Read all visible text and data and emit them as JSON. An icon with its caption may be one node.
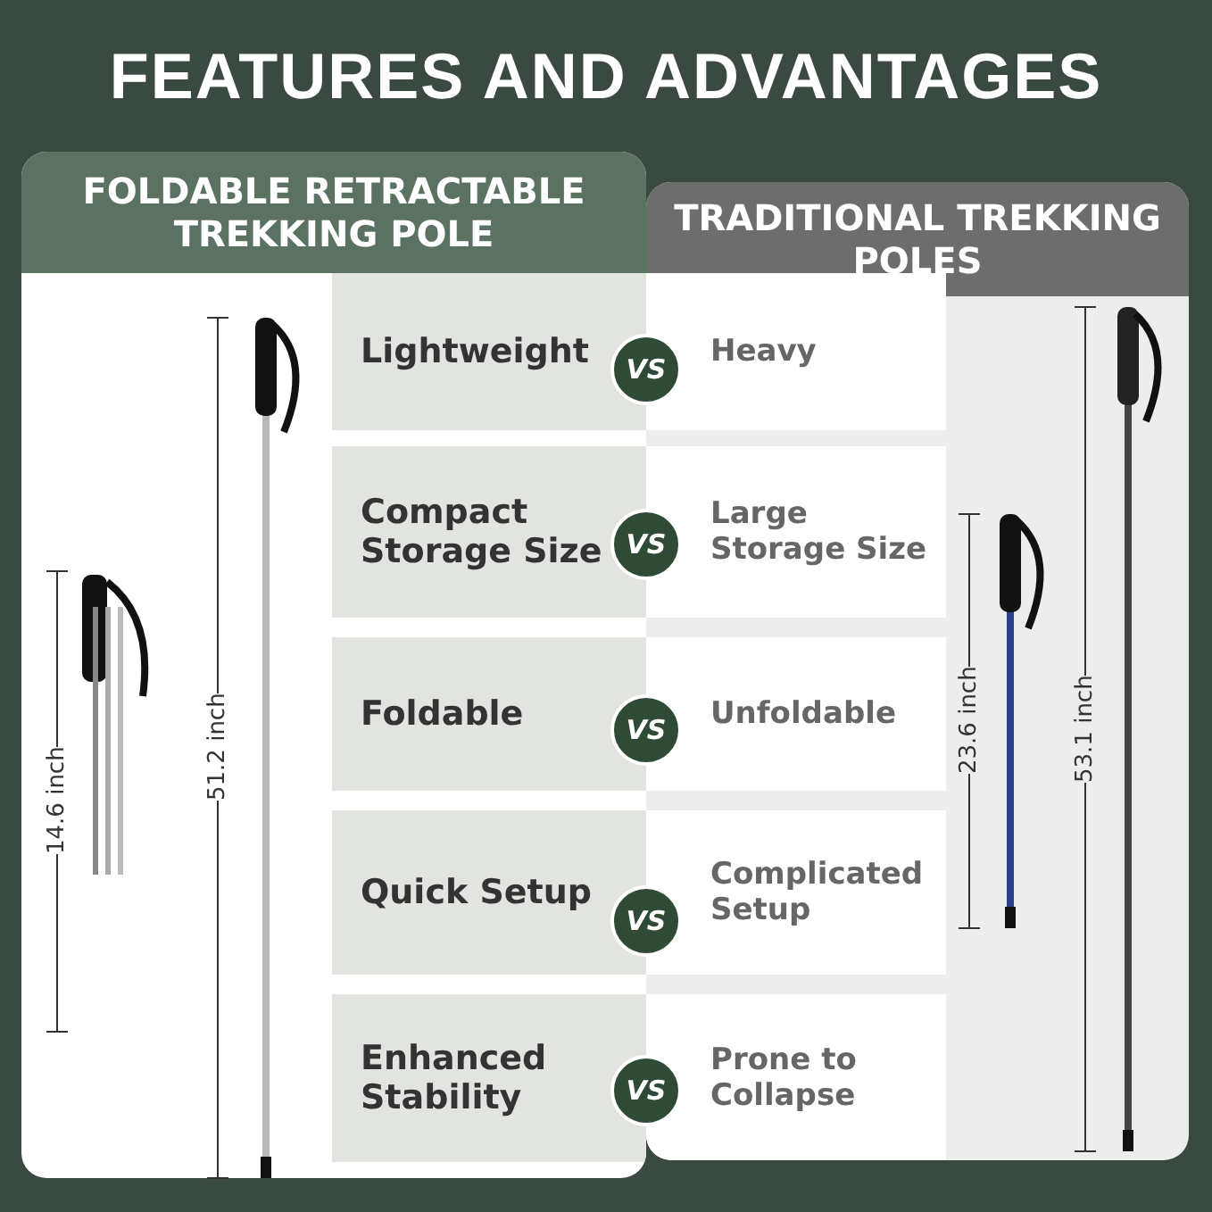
{
  "diagram": {
    "title": "FEATURES AND ADVANTAGES",
    "nodes": [
      {
        "text": [
          "FOLDABLE RETRACTABLE TREKKING POLE"
        ]
      },
      {
        "text": [
          "Lightweight"
        ],
        "in": 0
      },
      {
        "text": [
          "Compact Storage Size"
        ],
        "in": 0
      },
      {
        "text": [
          "Foldable"
        ],
        "in": 0
      },
      {
        "text": [
          "Quick Setup"
        ],
        "in": 0
      },
      {
        "text": [
          "Enhanced Stability"
        ],
        "in": 0
      },
      {
        "text": [
          "TRADITIONAL TREKKING POLES"
        ]
      },
      {
        "text": [
          "Heavy"
        ],
        "in": 6
      },
      {
        "text": [
          "Large Storage Size"
        ],
        "in": 6
      },
      {
        "text": [
          "Unfoldable"
        ],
        "in": 6
      },
      {
        "text": [
          "Complicated Setup"
        ],
        "in": 6
      },
      {
        "text": [
          "Prone to Collapse"
        ],
        "in": 6
      }
    ],
    "labels": [
      "51.2 inch",
      "14.6 inch",
      "VS",
      "VS",
      "VS",
      "VS",
      "VS",
      "23.6 inch",
      "53.1 inch"
    ]
  }
}
